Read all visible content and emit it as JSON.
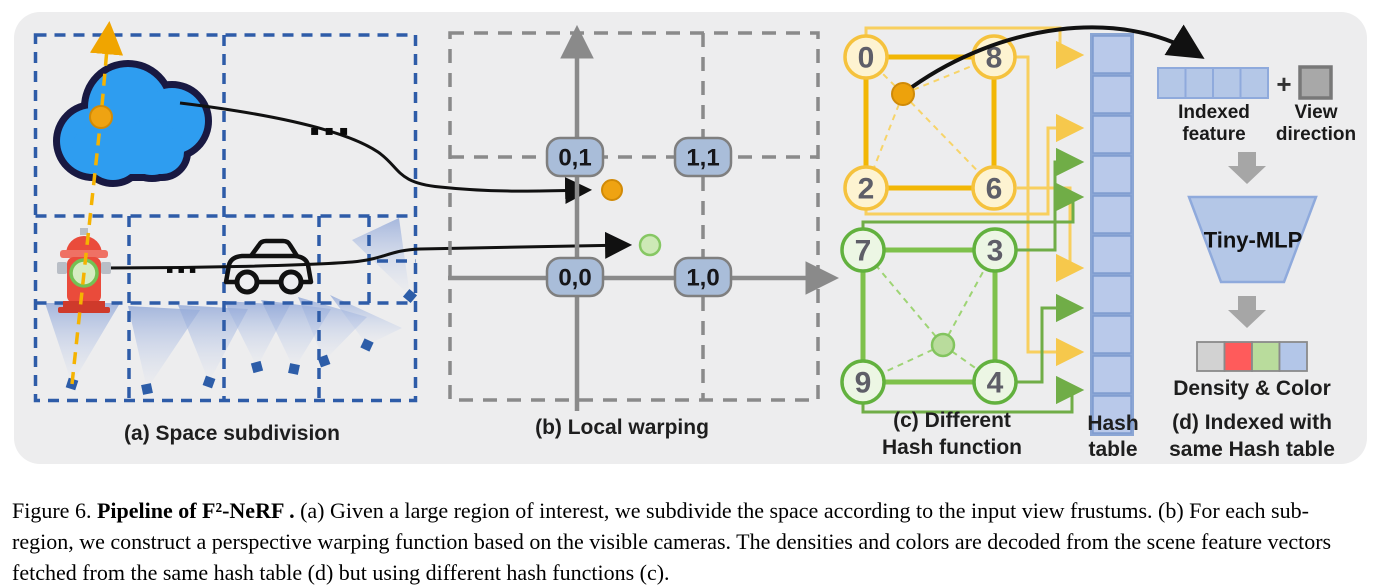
{
  "panel_a": {
    "label": "(a) Space subdivision"
  },
  "panel_b": {
    "label": "(b) Local warping",
    "coords": {
      "tl": "0,1",
      "tr": "1,1",
      "bl": "0,0",
      "br": "1,0"
    }
  },
  "panel_c": {
    "label_line1": "(c) Different",
    "label_line2": "Hash function",
    "yellow_nodes": {
      "tl": "0",
      "tr": "8",
      "bl": "2",
      "br": "6"
    },
    "green_nodes": {
      "tl": "7",
      "tr": "3",
      "bl": "9",
      "br": "4"
    }
  },
  "hash_table": {
    "label_line1": "Hash",
    "label_line2": "table",
    "cell_count": 10
  },
  "panel_d": {
    "indexed_feature_line1": "Indexed",
    "indexed_feature_line2": "feature",
    "plus": "+",
    "view_direction_line1": "View",
    "view_direction_line2": "direction",
    "mlp": "Tiny-MLP",
    "density_color": "Density & Color",
    "label_line1": "(d) Indexed with",
    "label_line2": "same Hash table"
  },
  "caption": {
    "prefix": "Figure 6. ",
    "title": "Pipeline of F²-NeRF .",
    "body": " (a) Given a large region of interest, we subdivide the space according to the input view frustums. (b) For each sub-region, we construct a perspective warping function based on the visible cameras. The densities and colors are decoded from the scene feature vectors fetched from the same hash table (d) but using different hash functions (c)."
  },
  "icons": {
    "ellipsis": "▪▪▪",
    "arrow_down": "▼"
  },
  "colors": {
    "figure_bg": "#ededee",
    "box_blue": "#2e5ca8",
    "cloud_blue": "#2e9df0",
    "cloud_outline": "#191942",
    "accent_orange": "#efa312",
    "accent_yellow": "#f2b705",
    "yellow_light": "#f8cf5e",
    "accent_green": "#70ad47",
    "green_edge": "#7ec14b",
    "table_blue": "#b9c9ea",
    "table_border_blue": "#8ba6d4",
    "density_gray": "#d2d2d2",
    "density_red": "#ff5b5b",
    "density_green": "#b9dc9c",
    "density_blue": "#b3c6e8",
    "gray": "#a6a6a6",
    "hydrant_red": "#ea4b3b"
  }
}
